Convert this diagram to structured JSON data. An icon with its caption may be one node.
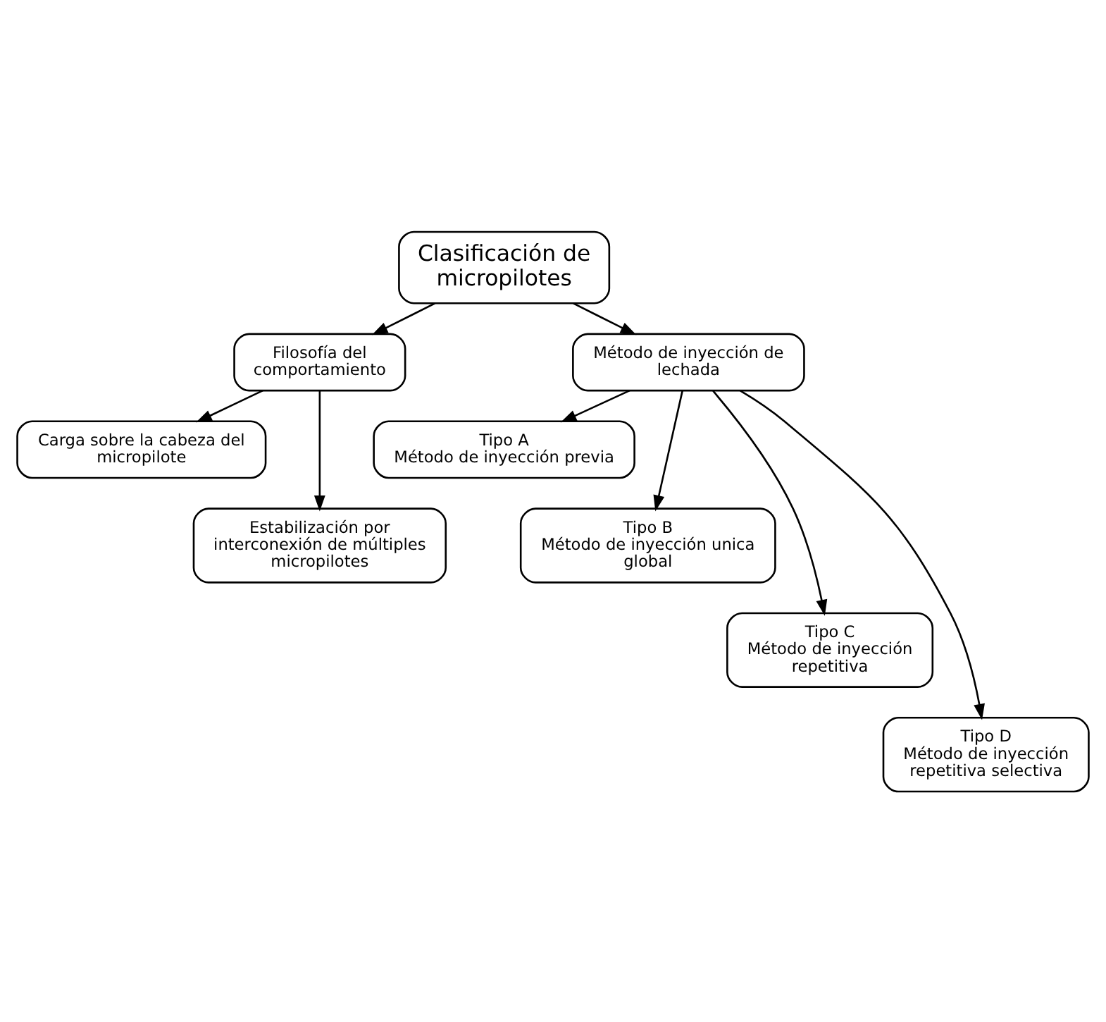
{
  "diagram": {
    "nodes": [
      {
        "text": [
          "Clasificación de micropilotes"
        ]
      },
      {
        "text": [
          "Filosofía del comportamiento"
        ]
      },
      {
        "text": [
          "Método de inyección de lechada"
        ]
      },
      {
        "text": [
          "Carga sobre la cabeza del micropilote"
        ]
      },
      {
        "text": [
          "Estabilización por interconexión de múltiples micropilotes"
        ]
      },
      {
        "text": [
          "Tipo A",
          "Método de inyección previa"
        ]
      },
      {
        "text": [
          "Tipo B",
          "Método de inyección unica global"
        ]
      },
      {
        "text": [
          "Tipo C",
          "Método de inyección repetitiva"
        ]
      },
      {
        "text": [
          "Tipo D",
          "Método de inyección repetitiva selectiva"
        ]
      }
    ],
    "edges": [
      {
        "from": 0,
        "to": 1,
        "arrow": "to"
      },
      {
        "from": 0,
        "to": 2,
        "arrow": "to"
      },
      {
        "from": 1,
        "to": 3,
        "arrow": "to"
      },
      {
        "from": 1,
        "to": 4,
        "arrow": "to"
      },
      {
        "from": 2,
        "to": 5,
        "arrow": "to"
      },
      {
        "from": 2,
        "to": 6,
        "arrow": "to"
      },
      {
        "from": 2,
        "to": 7,
        "arrow": "to"
      },
      {
        "from": 2,
        "to": 8,
        "arrow": "to"
      }
    ]
  }
}
